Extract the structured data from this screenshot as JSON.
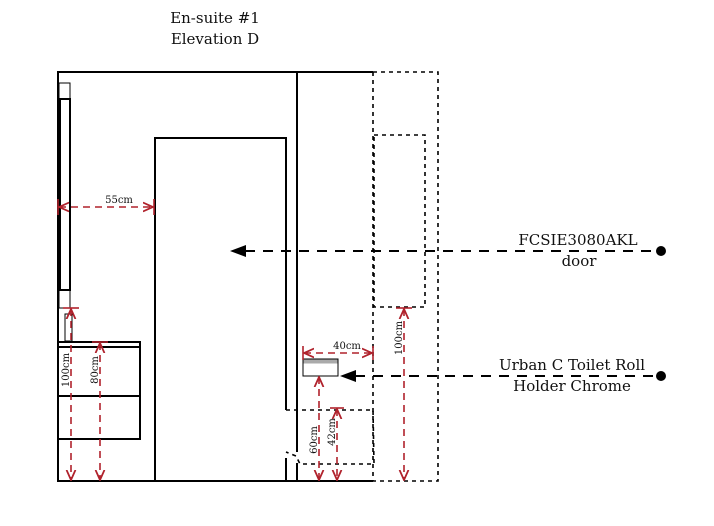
{
  "title": {
    "line1": "En-suite #1",
    "line2": "Elevation D"
  },
  "dimensions": {
    "mirror_to_door": "55cm",
    "vanity_left": "100cm",
    "vanity_top": "80cm",
    "holder_width": "40cm",
    "shower_height": "100cm",
    "holder_height": "60cm",
    "toilet_height": "42cm"
  },
  "callouts": [
    {
      "line1": "FCSIE3080AKL",
      "line2": "door"
    },
    {
      "line1": "Urban C Toilet Roll",
      "line2": "Holder Chrome"
    }
  ],
  "colors": {
    "dimension": "#b0222c",
    "lines": "#000000"
  }
}
